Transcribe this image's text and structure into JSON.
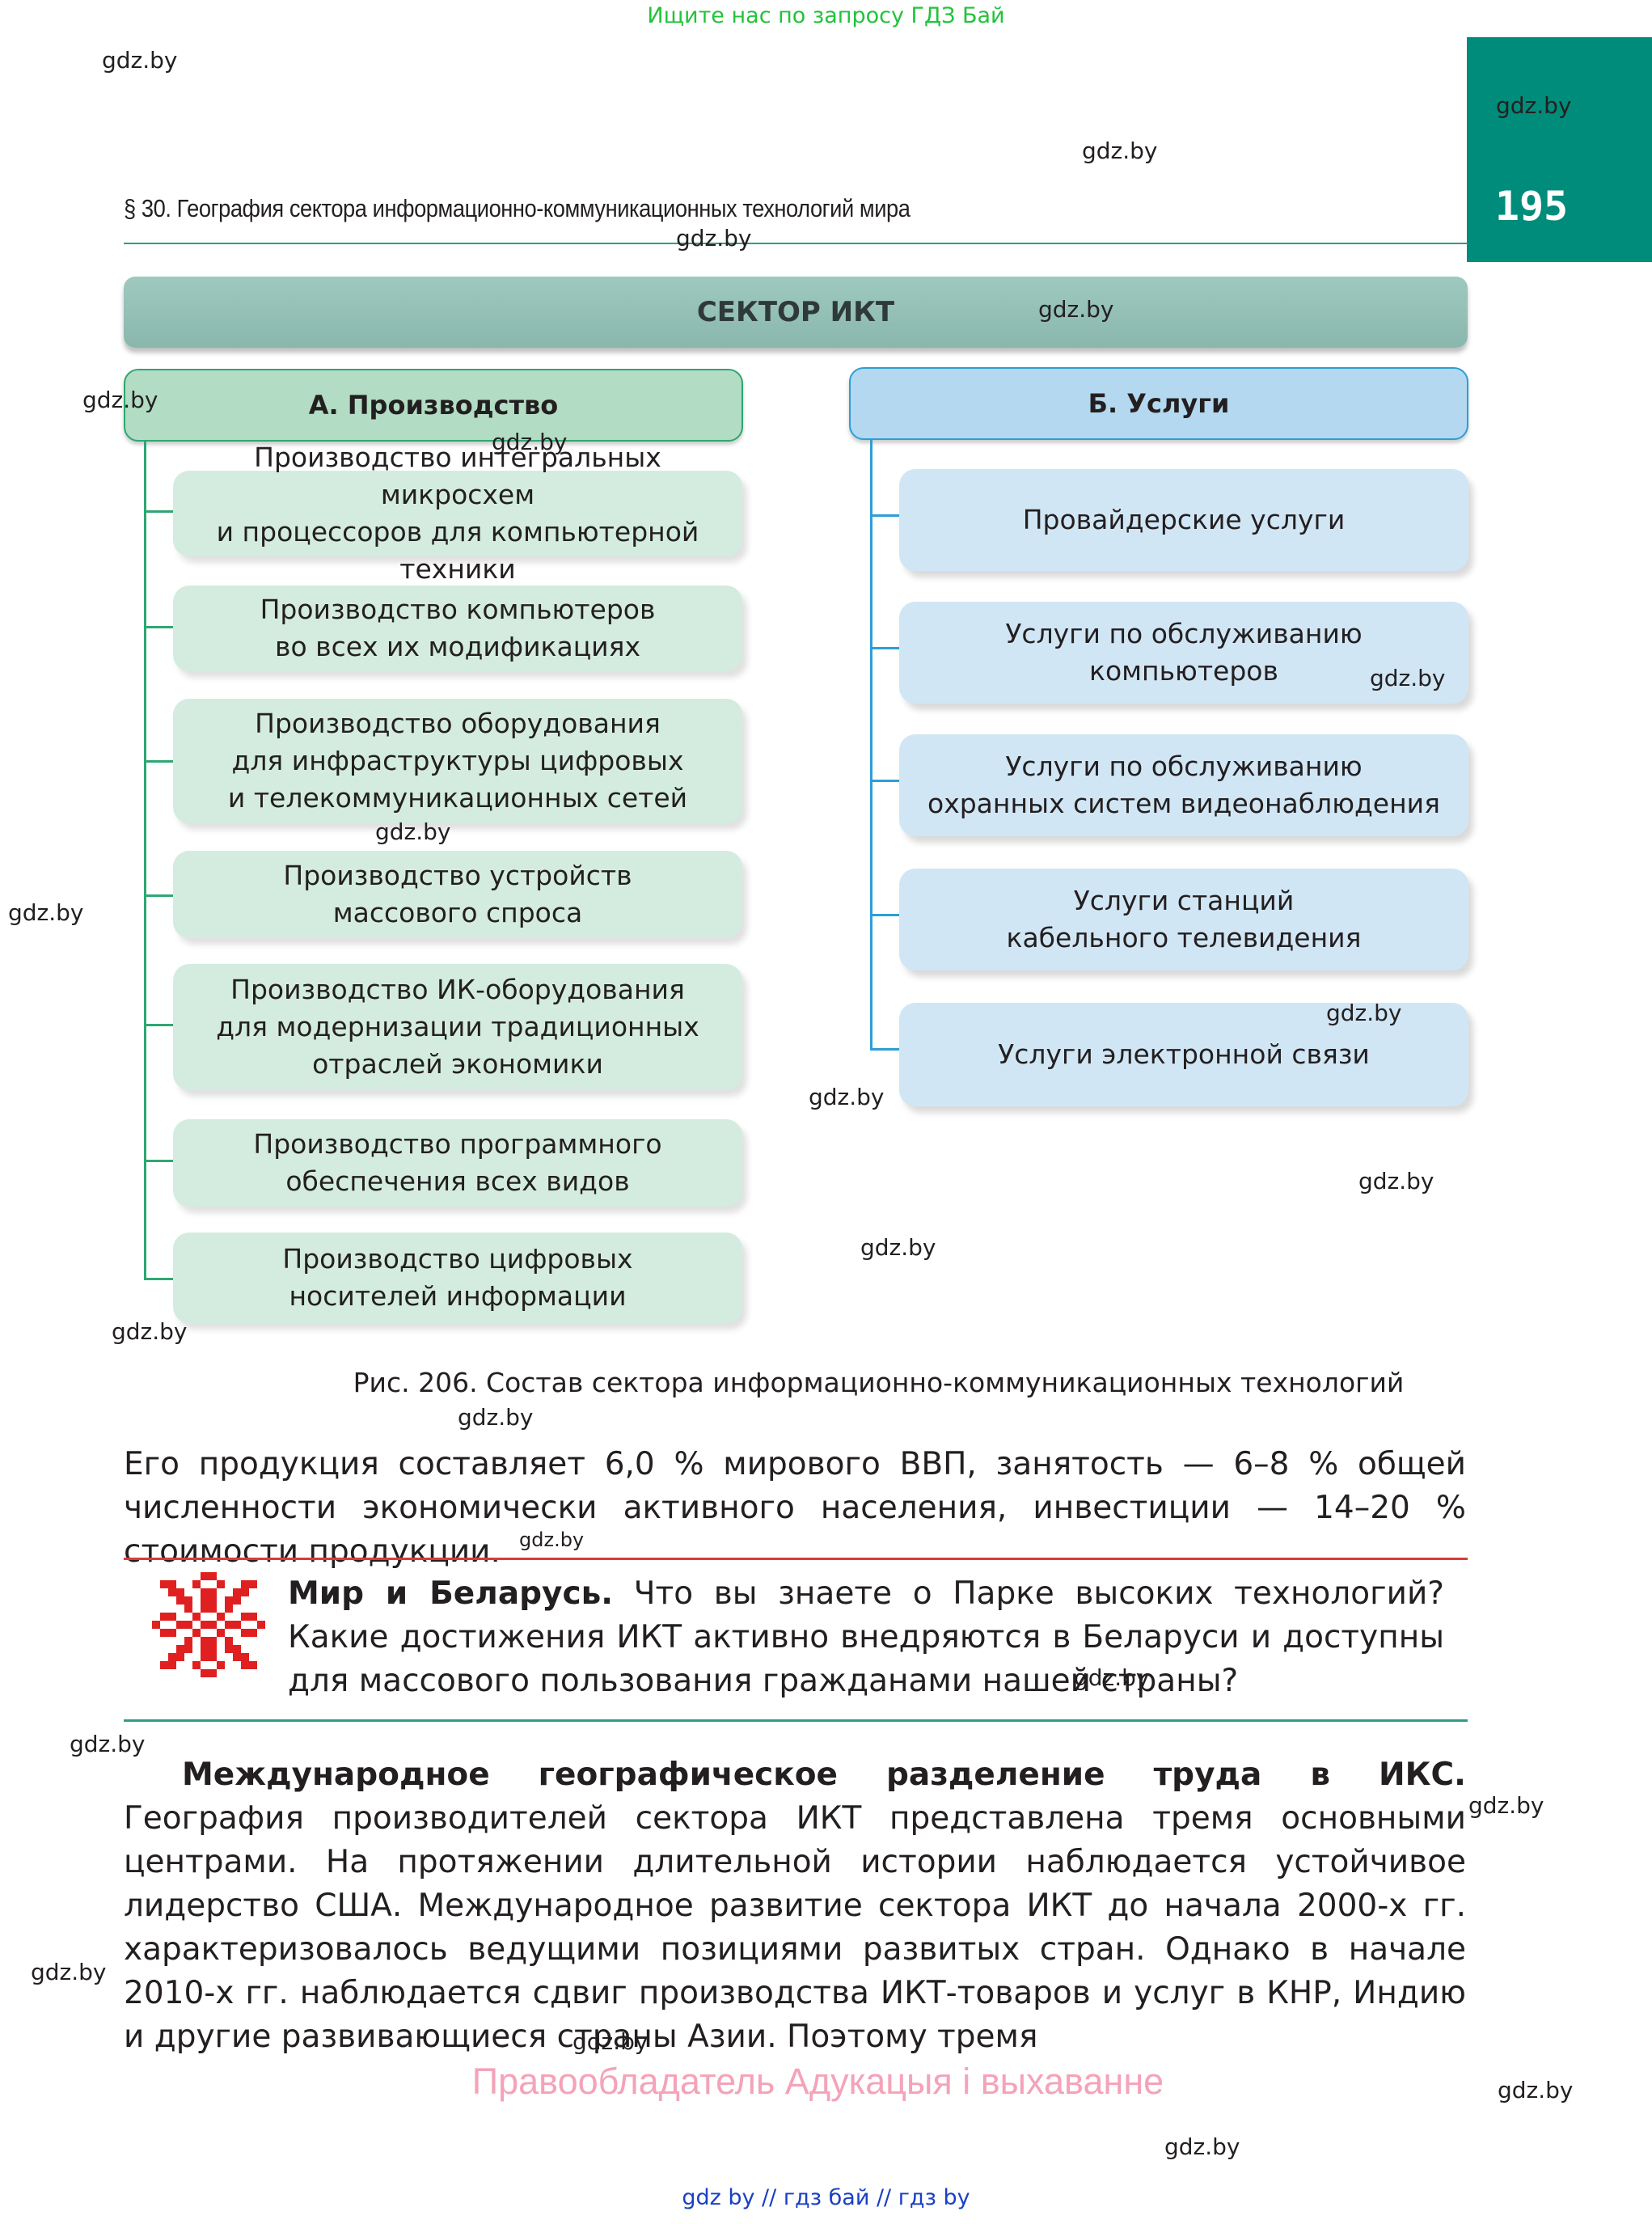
{
  "top_banner": "Ищите нас по запросу ГДЗ Бай",
  "page_number": "195",
  "running_header": "§ 30. География сектора информационно-коммуникационных технологий мира",
  "diagram": {
    "title": "СЕКТОР ИКТ",
    "production": {
      "header": "А. Производство",
      "items": [
        [
          "Производство интегральных микросхем",
          "и процессоров для компьютерной техники"
        ],
        [
          "Производство компьютеров",
          "во всех их модификациях"
        ],
        [
          "Производство оборудования",
          "для инфраструктуры цифровых",
          "и телекоммуникационных сетей"
        ],
        [
          "Производство устройств",
          "массового спроса"
        ],
        [
          "Производство ИК-оборудования",
          "для модернизации традиционных",
          "отраслей экономики"
        ],
        [
          "Производство программного",
          "обеспечения всех видов"
        ],
        [
          "Производство цифровых",
          "носителей информации"
        ]
      ]
    },
    "services": {
      "header": "Б. Услуги",
      "items": [
        [
          "Провайдерские услуги"
        ],
        [
          "Услуги по обслуживанию",
          "компьютеров"
        ],
        [
          "Услуги по обслуживанию",
          "охранных систем видеонаблюдения"
        ],
        [
          "Услуги станций",
          "кабельного телевидения"
        ],
        [
          "Услуги электронной связи"
        ]
      ]
    }
  },
  "caption": "Рис. 206. Состав сектора информационно-коммуникационных технологий",
  "paragraph1": "Его продукция составляет 6,0 % мирового ВВП, занятость — 6–8 % общей численности экономически активного населения, инвестиции — 14–20 % стоимости продукции.",
  "belarus": {
    "title": "Мир и Беларусь.",
    "text": " Что вы знаете о Парке высоких технологий? Какие достижения ИКТ активно внедряются в Беларуси и доступны для массового пользования гражданами нашей страны?"
  },
  "paragraph2": {
    "title": "Международное географическое разделение труда в ИКС.",
    "text": " География производителей сектора ИКТ представлена тремя основными центрами. На протяжении длительной истории наблюдается устойчивое лидерство США. Международное развитие сектора ИКТ до начала 2000-х гг. характеризовалось ведущими позициями развитых стран. Однако в начале 2010-х гг. наблюдается сдвиг производства ИКТ-товаров и услуг в КНР, Индию и другие развивающиеся страны Азии. Поэтому тремя"
  },
  "rights_notice": "Правообладатель Адукацыя і выхаванне",
  "bottom_links": "gdz by  //  гдз бай  //  гдз by",
  "watermark": "gdz.by",
  "colors": {
    "teal_tab": "#008c7a",
    "green_box": "#d4ece0",
    "blue_box": "#d1e6f5",
    "red_rule": "#d93b3b",
    "banner_green": "#22c33a",
    "rights_pink": "#f4a3b9"
  }
}
